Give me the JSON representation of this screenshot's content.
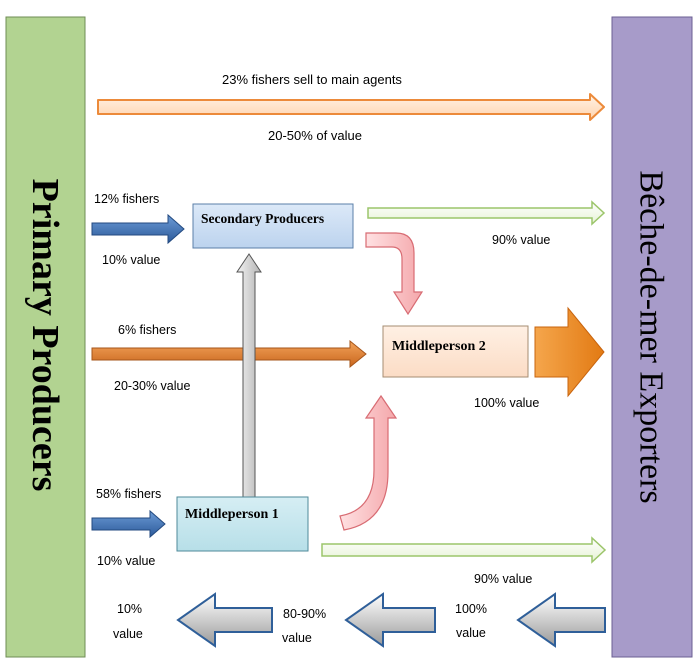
{
  "left_bar": {
    "label": "Primary Producers"
  },
  "right_bar": {
    "label": "Bêche-de-mer Exporters"
  },
  "boxes": {
    "secondary": "Secondary Producers",
    "middle1": "Middleperson 1",
    "middle2": "Middleperson 2"
  },
  "labels": {
    "top_line1": "23% fishers sell to main agents",
    "top_line2": "20-50% of value",
    "sec_fishers": "12% fishers",
    "sec_value": "10% value",
    "sec_out": "90% value",
    "mp2_fishers": "6% fishers",
    "mp2_value": "20-30% value",
    "mp2_out": "100% value",
    "mp1_fishers": "58% fishers",
    "mp1_value": "10% value",
    "mp1_out": "90% value",
    "bottom_a_1": "10%",
    "bottom_a_2": "value",
    "bottom_b_1": "80-90%",
    "bottom_b_2": "value",
    "bottom_c_1": "100%",
    "bottom_c_2": "value"
  },
  "colors": {
    "left_bar": "#b2d391",
    "right_bar": "#a79bc9",
    "blue_arrow": "#3f6fb0",
    "orange_arrow": "#e68a3a",
    "green_outline": "#9cc56b",
    "pink": "#e9969b",
    "gray_arrow": "#c8c8c8"
  }
}
